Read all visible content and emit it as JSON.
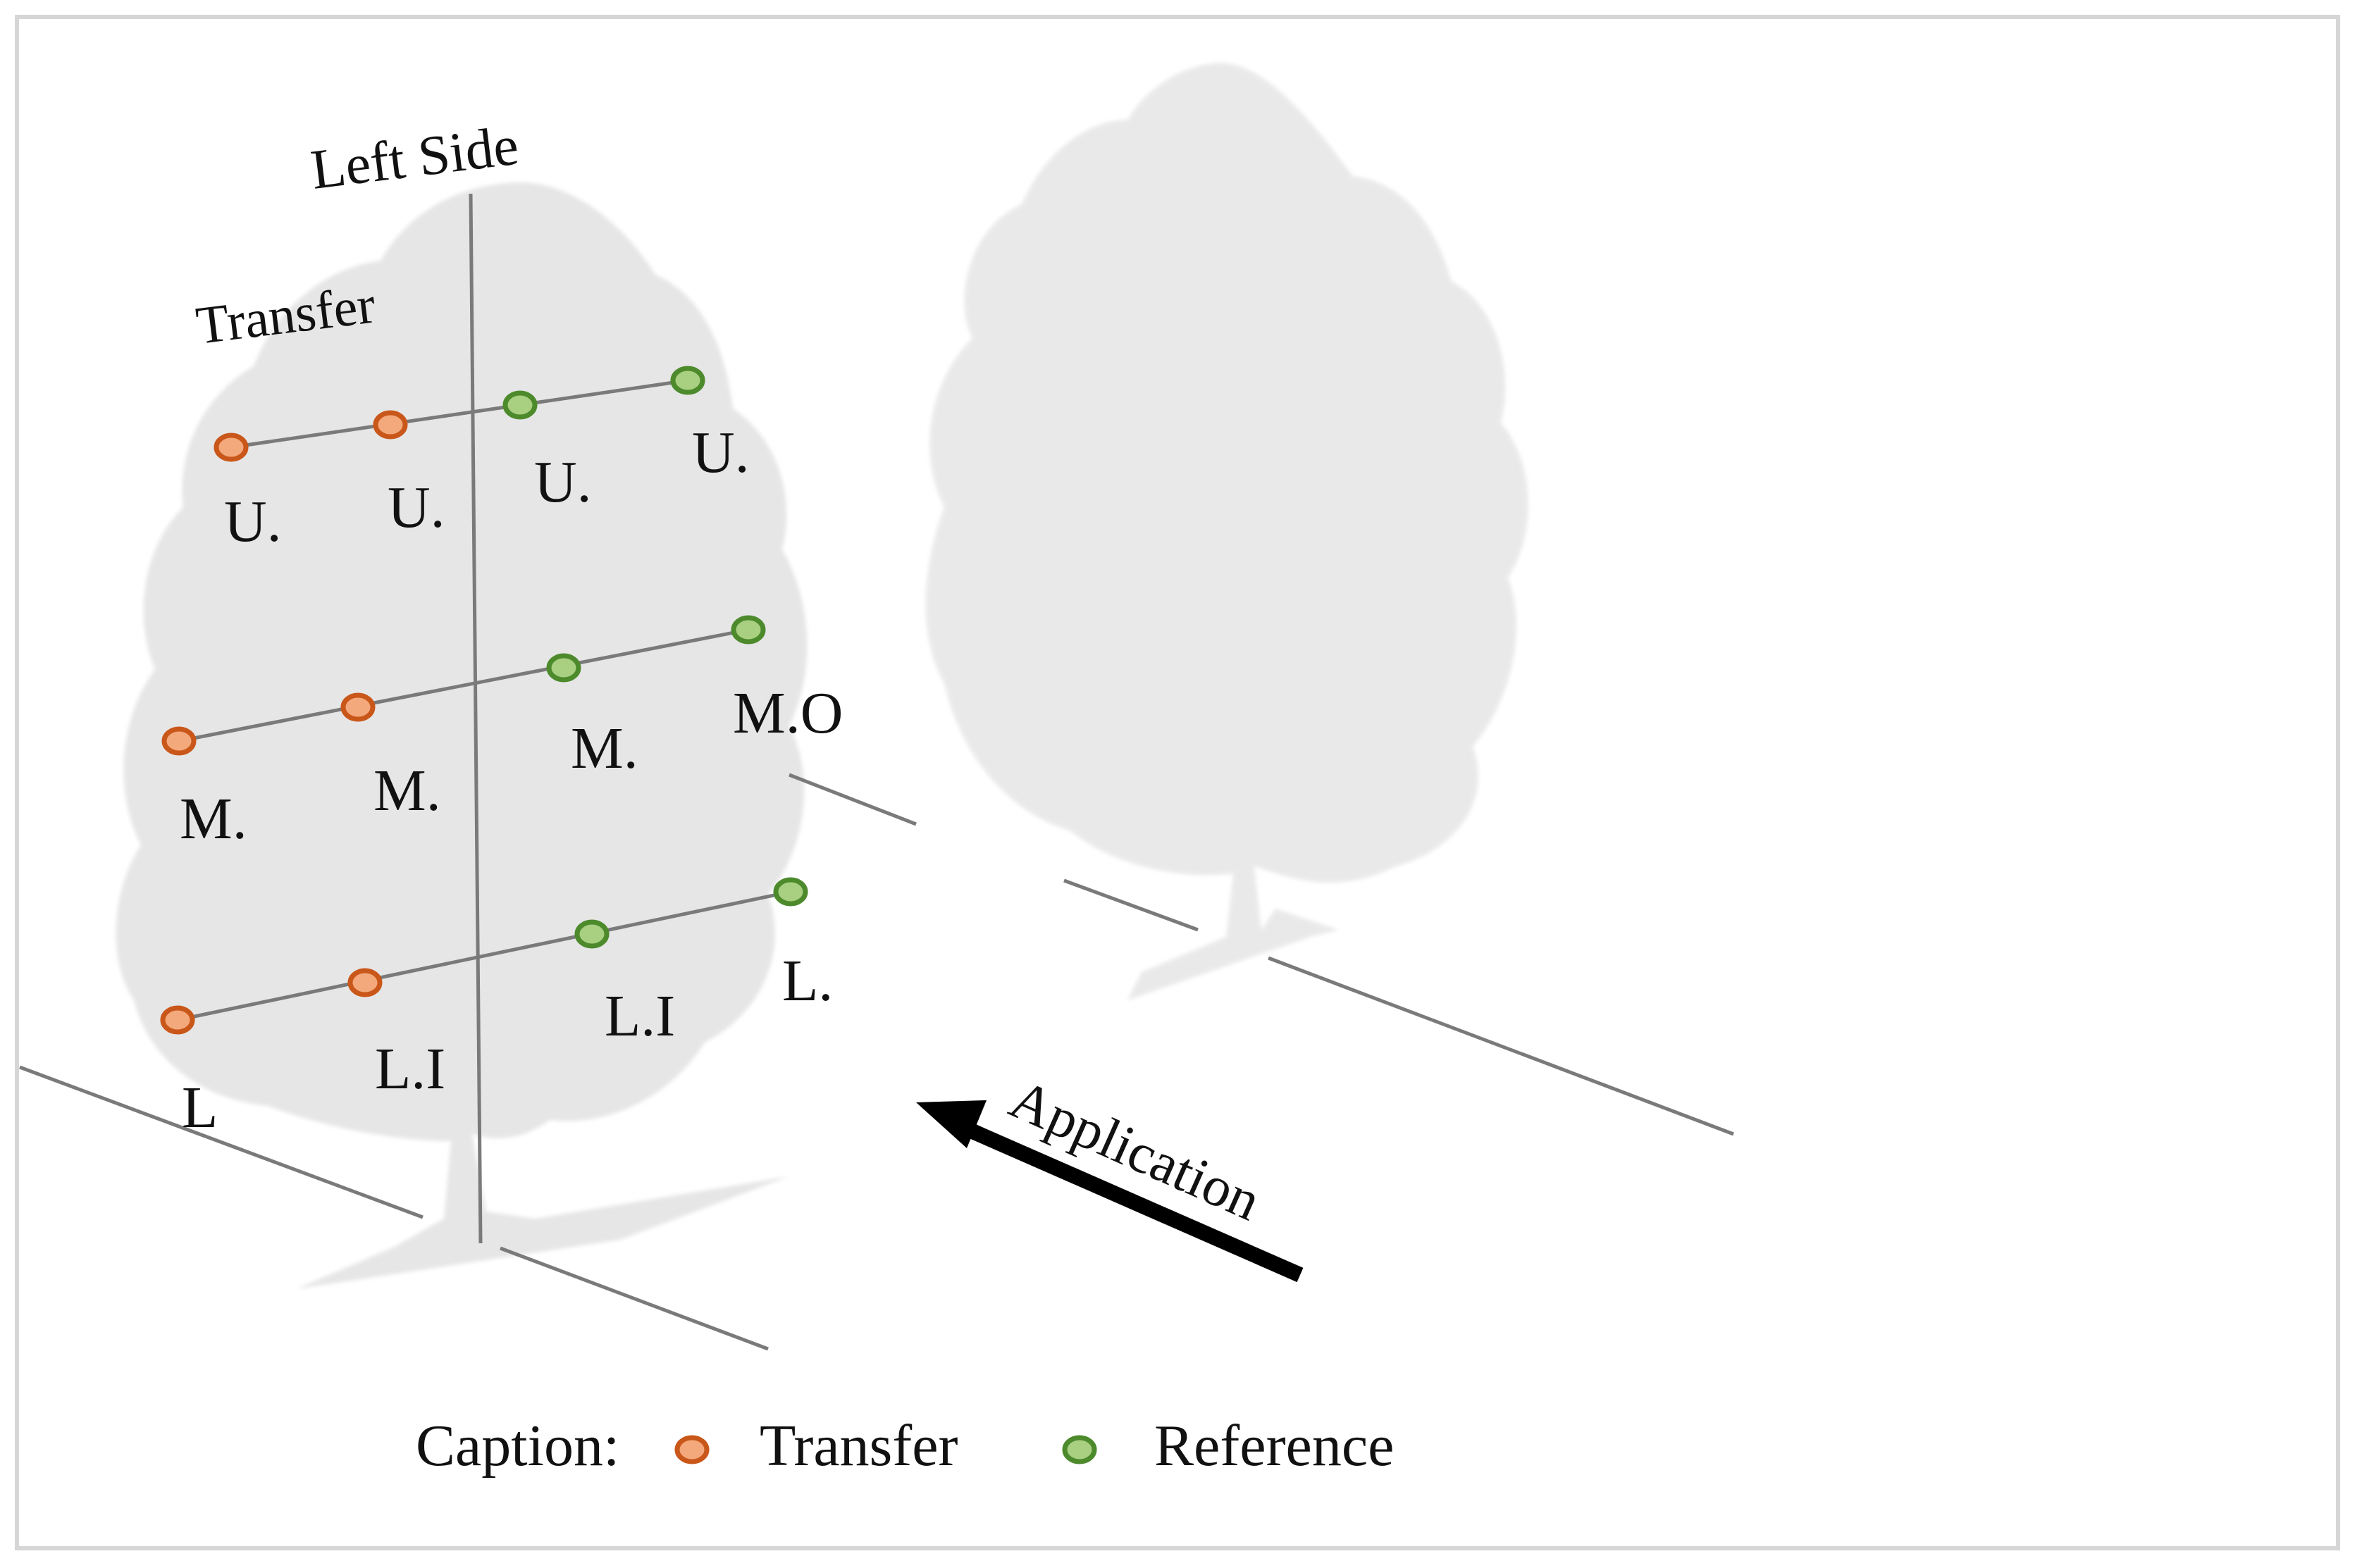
{
  "colors": {
    "transfer_fill": "#f4a97c",
    "transfer_stroke": "#c9571a",
    "reference_fill": "#a9cf80",
    "reference_stroke": "#4c8a2c",
    "line": "#7a7a7a",
    "tree": "#e2e2e2",
    "frame": "#d6d6d6",
    "arrow": "#000000"
  },
  "labels": {
    "left_side": "Left Side",
    "transfer": "Transfer",
    "application": "Application"
  },
  "rows": [
    {
      "row": "upper",
      "points": [
        {
          "type": "transfer",
          "label": "U."
        },
        {
          "type": "transfer",
          "label": "U."
        },
        {
          "type": "reference",
          "label": "U."
        },
        {
          "type": "reference",
          "label": "U."
        }
      ]
    },
    {
      "row": "middle",
      "points": [
        {
          "type": "transfer",
          "label": "M."
        },
        {
          "type": "transfer",
          "label": "M."
        },
        {
          "type": "reference",
          "label": "M."
        },
        {
          "type": "reference",
          "label": "M.O"
        }
      ]
    },
    {
      "row": "lower",
      "points": [
        {
          "type": "transfer",
          "label": "L"
        },
        {
          "type": "transfer",
          "label": "L.I"
        },
        {
          "type": "reference",
          "label": "L.I"
        },
        {
          "type": "reference",
          "label": "L."
        }
      ]
    }
  ],
  "caption": {
    "title": "Caption:",
    "transfer": "Transfer",
    "reference": "Reference"
  },
  "icons": [
    "tree-illustration-icon",
    "transfer-marker-icon",
    "reference-marker-icon",
    "arrow-icon"
  ]
}
